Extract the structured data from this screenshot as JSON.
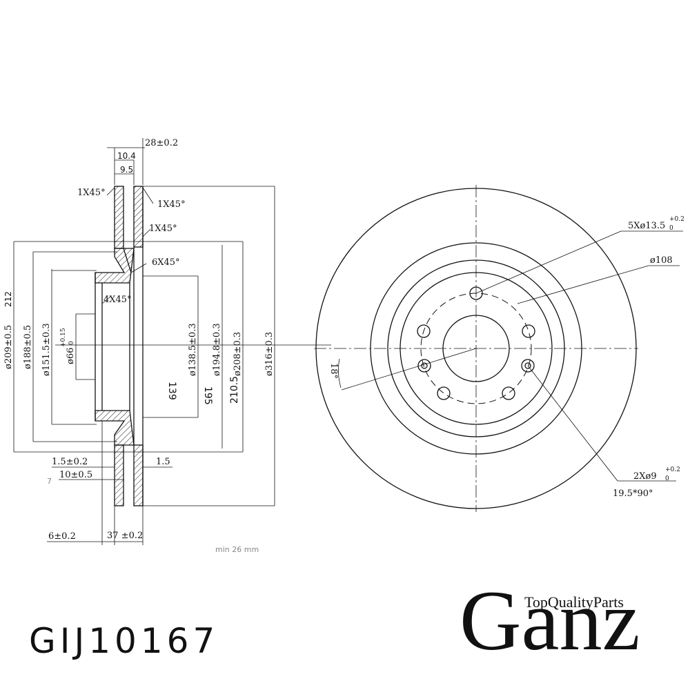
{
  "section_view": {
    "labels": {
      "overall_width": "28±0.2",
      "disc_width": "10.4",
      "vent_width": "9.5",
      "chamfer_tl": "1X45°",
      "chamfer_tr": "1X45°",
      "chamfer_mid": "1X45°",
      "chamfer_hat": "6X45°",
      "chamfer_hub": "4X45°",
      "d_209": "ø209±0.5",
      "d_212": "212",
      "d_188": "ø188±0.5",
      "d_151": "ø151.5±0.3",
      "d_66": "ø66",
      "d_66_tol_upper": "+0.15",
      "d_66_tol_lower": "0",
      "d_138": "ø138.5±0.3",
      "d_194": "ø194.8±0.3",
      "d_208": "ø208±0.3",
      "d_316": "ø316±0.3",
      "d_139": "139",
      "d_195": "195",
      "d_210": "210.5",
      "thk_1_5_tol": "1.5±0.2",
      "thk_1_5": "1.5",
      "thk_10": "10±0.5",
      "thk_7": "7",
      "bottom_6": "6±0.2",
      "bottom_37": "37 ±0.2",
      "min_thickness": "min 26 mm"
    }
  },
  "front_view": {
    "labels": {
      "bolt_holes": "5Xø13.5",
      "bolt_tol_upper": "+0.2",
      "bolt_tol_lower": "0",
      "pcd": "ø108",
      "angle": "18°",
      "pin_holes": "2Xø9",
      "pin_tol_upper": "+0.2",
      "pin_tol_lower": "0",
      "pin_pos": "19.5*90°"
    }
  },
  "footer": {
    "part_number": "GIJ10167",
    "brand": "Ganz",
    "tagline": "TopQualityParts"
  }
}
